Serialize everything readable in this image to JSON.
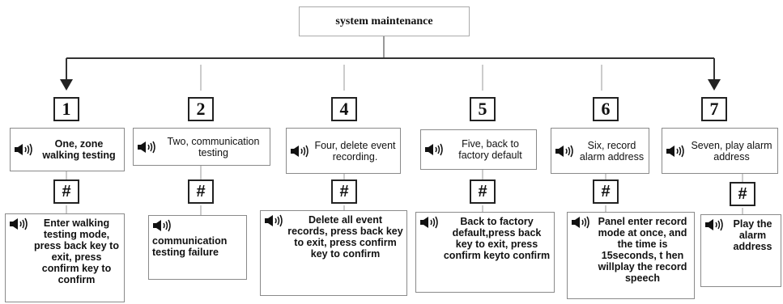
{
  "title": "system maintenance",
  "icon": "speaker-icon",
  "hash_symbol": "#",
  "items": [
    {
      "number": "1",
      "mode": "One,  zone walking testing",
      "action": "Enter walking testing mode, press back key to exit, press confirm key to confirm"
    },
    {
      "number": "2",
      "mode": "Two,  communication testing",
      "action": "communication testing failure"
    },
    {
      "number": "4",
      "mode": "Four, delete event recording.",
      "action": "Delete all  event records, press back key  to exit, press confirm key to confirm"
    },
    {
      "number": "5",
      "mode": "Five, back to factory default",
      "action": "Back to  factory default,press back key   to exit, press confirm keyto confirm"
    },
    {
      "number": "6",
      "mode": "Six, record alarm address",
      "action": "Panel enter record mode at once, and the time is 15seconds, t hen willplay the record speech"
    },
    {
      "number": "7",
      "mode": "Seven, play alarm address",
      "action": "Play the alarm address"
    }
  ]
}
